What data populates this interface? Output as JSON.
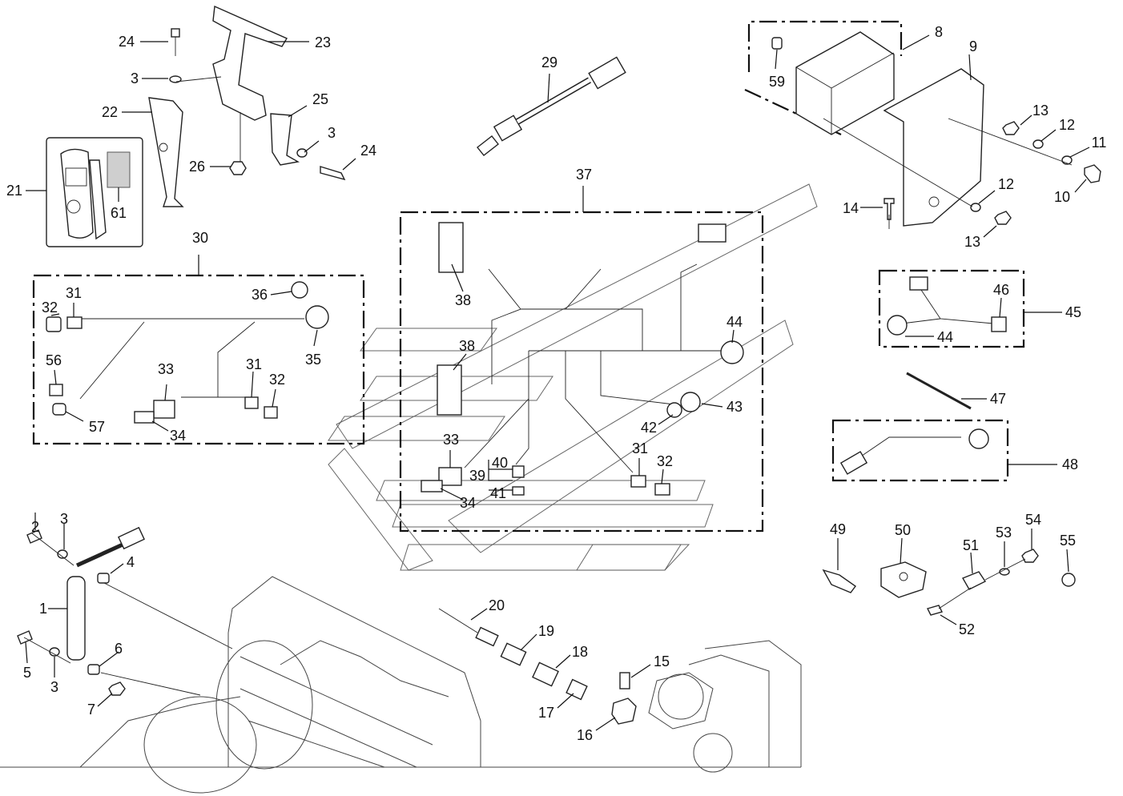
{
  "diagram": {
    "callouts": [
      {
        "id": "c1",
        "text": "1"
      },
      {
        "id": "c2",
        "text": "2"
      },
      {
        "id": "c3a",
        "text": "3"
      },
      {
        "id": "c3b",
        "text": "3"
      },
      {
        "id": "c3c",
        "text": "3"
      },
      {
        "id": "c3d",
        "text": "3"
      },
      {
        "id": "c4",
        "text": "4"
      },
      {
        "id": "c5",
        "text": "5"
      },
      {
        "id": "c6",
        "text": "6"
      },
      {
        "id": "c7",
        "text": "7"
      },
      {
        "id": "c8",
        "text": "8"
      },
      {
        "id": "c9",
        "text": "9"
      },
      {
        "id": "c10",
        "text": "10"
      },
      {
        "id": "c11",
        "text": "11"
      },
      {
        "id": "c12a",
        "text": "12"
      },
      {
        "id": "c12b",
        "text": "12"
      },
      {
        "id": "c13a",
        "text": "13"
      },
      {
        "id": "c13b",
        "text": "13"
      },
      {
        "id": "c14",
        "text": "14"
      },
      {
        "id": "c15",
        "text": "15"
      },
      {
        "id": "c16",
        "text": "16"
      },
      {
        "id": "c17",
        "text": "17"
      },
      {
        "id": "c18",
        "text": "18"
      },
      {
        "id": "c19",
        "text": "19"
      },
      {
        "id": "c20",
        "text": "20"
      },
      {
        "id": "c21",
        "text": "21"
      },
      {
        "id": "c22",
        "text": "22"
      },
      {
        "id": "c23",
        "text": "23"
      },
      {
        "id": "c24a",
        "text": "24"
      },
      {
        "id": "c24b",
        "text": "24"
      },
      {
        "id": "c25",
        "text": "25"
      },
      {
        "id": "c26",
        "text": "26"
      },
      {
        "id": "c29",
        "text": "29"
      },
      {
        "id": "c30",
        "text": "30"
      },
      {
        "id": "c31a",
        "text": "31"
      },
      {
        "id": "c31b",
        "text": "31"
      },
      {
        "id": "c31c",
        "text": "31"
      },
      {
        "id": "c32a",
        "text": "32"
      },
      {
        "id": "c32b",
        "text": "32"
      },
      {
        "id": "c32c",
        "text": "32"
      },
      {
        "id": "c33a",
        "text": "33"
      },
      {
        "id": "c33b",
        "text": "33"
      },
      {
        "id": "c34a",
        "text": "34"
      },
      {
        "id": "c34b",
        "text": "34"
      },
      {
        "id": "c35",
        "text": "35"
      },
      {
        "id": "c36",
        "text": "36"
      },
      {
        "id": "c37",
        "text": "37"
      },
      {
        "id": "c38a",
        "text": "38"
      },
      {
        "id": "c38b",
        "text": "38"
      },
      {
        "id": "c39",
        "text": "39"
      },
      {
        "id": "c40",
        "text": "40"
      },
      {
        "id": "c41",
        "text": "41"
      },
      {
        "id": "c42",
        "text": "42"
      },
      {
        "id": "c43",
        "text": "43"
      },
      {
        "id": "c44a",
        "text": "44"
      },
      {
        "id": "c44b",
        "text": "44"
      },
      {
        "id": "c45",
        "text": "45"
      },
      {
        "id": "c46",
        "text": "46"
      },
      {
        "id": "c47",
        "text": "47"
      },
      {
        "id": "c48",
        "text": "48"
      },
      {
        "id": "c49",
        "text": "49"
      },
      {
        "id": "c50",
        "text": "50"
      },
      {
        "id": "c51",
        "text": "51"
      },
      {
        "id": "c52",
        "text": "52"
      },
      {
        "id": "c53",
        "text": "53"
      },
      {
        "id": "c54",
        "text": "54"
      },
      {
        "id": "c55",
        "text": "55"
      },
      {
        "id": "c56",
        "text": "56"
      },
      {
        "id": "c57",
        "text": "57"
      },
      {
        "id": "c59",
        "text": "59"
      },
      {
        "id": "c61",
        "text": "61"
      }
    ]
  }
}
